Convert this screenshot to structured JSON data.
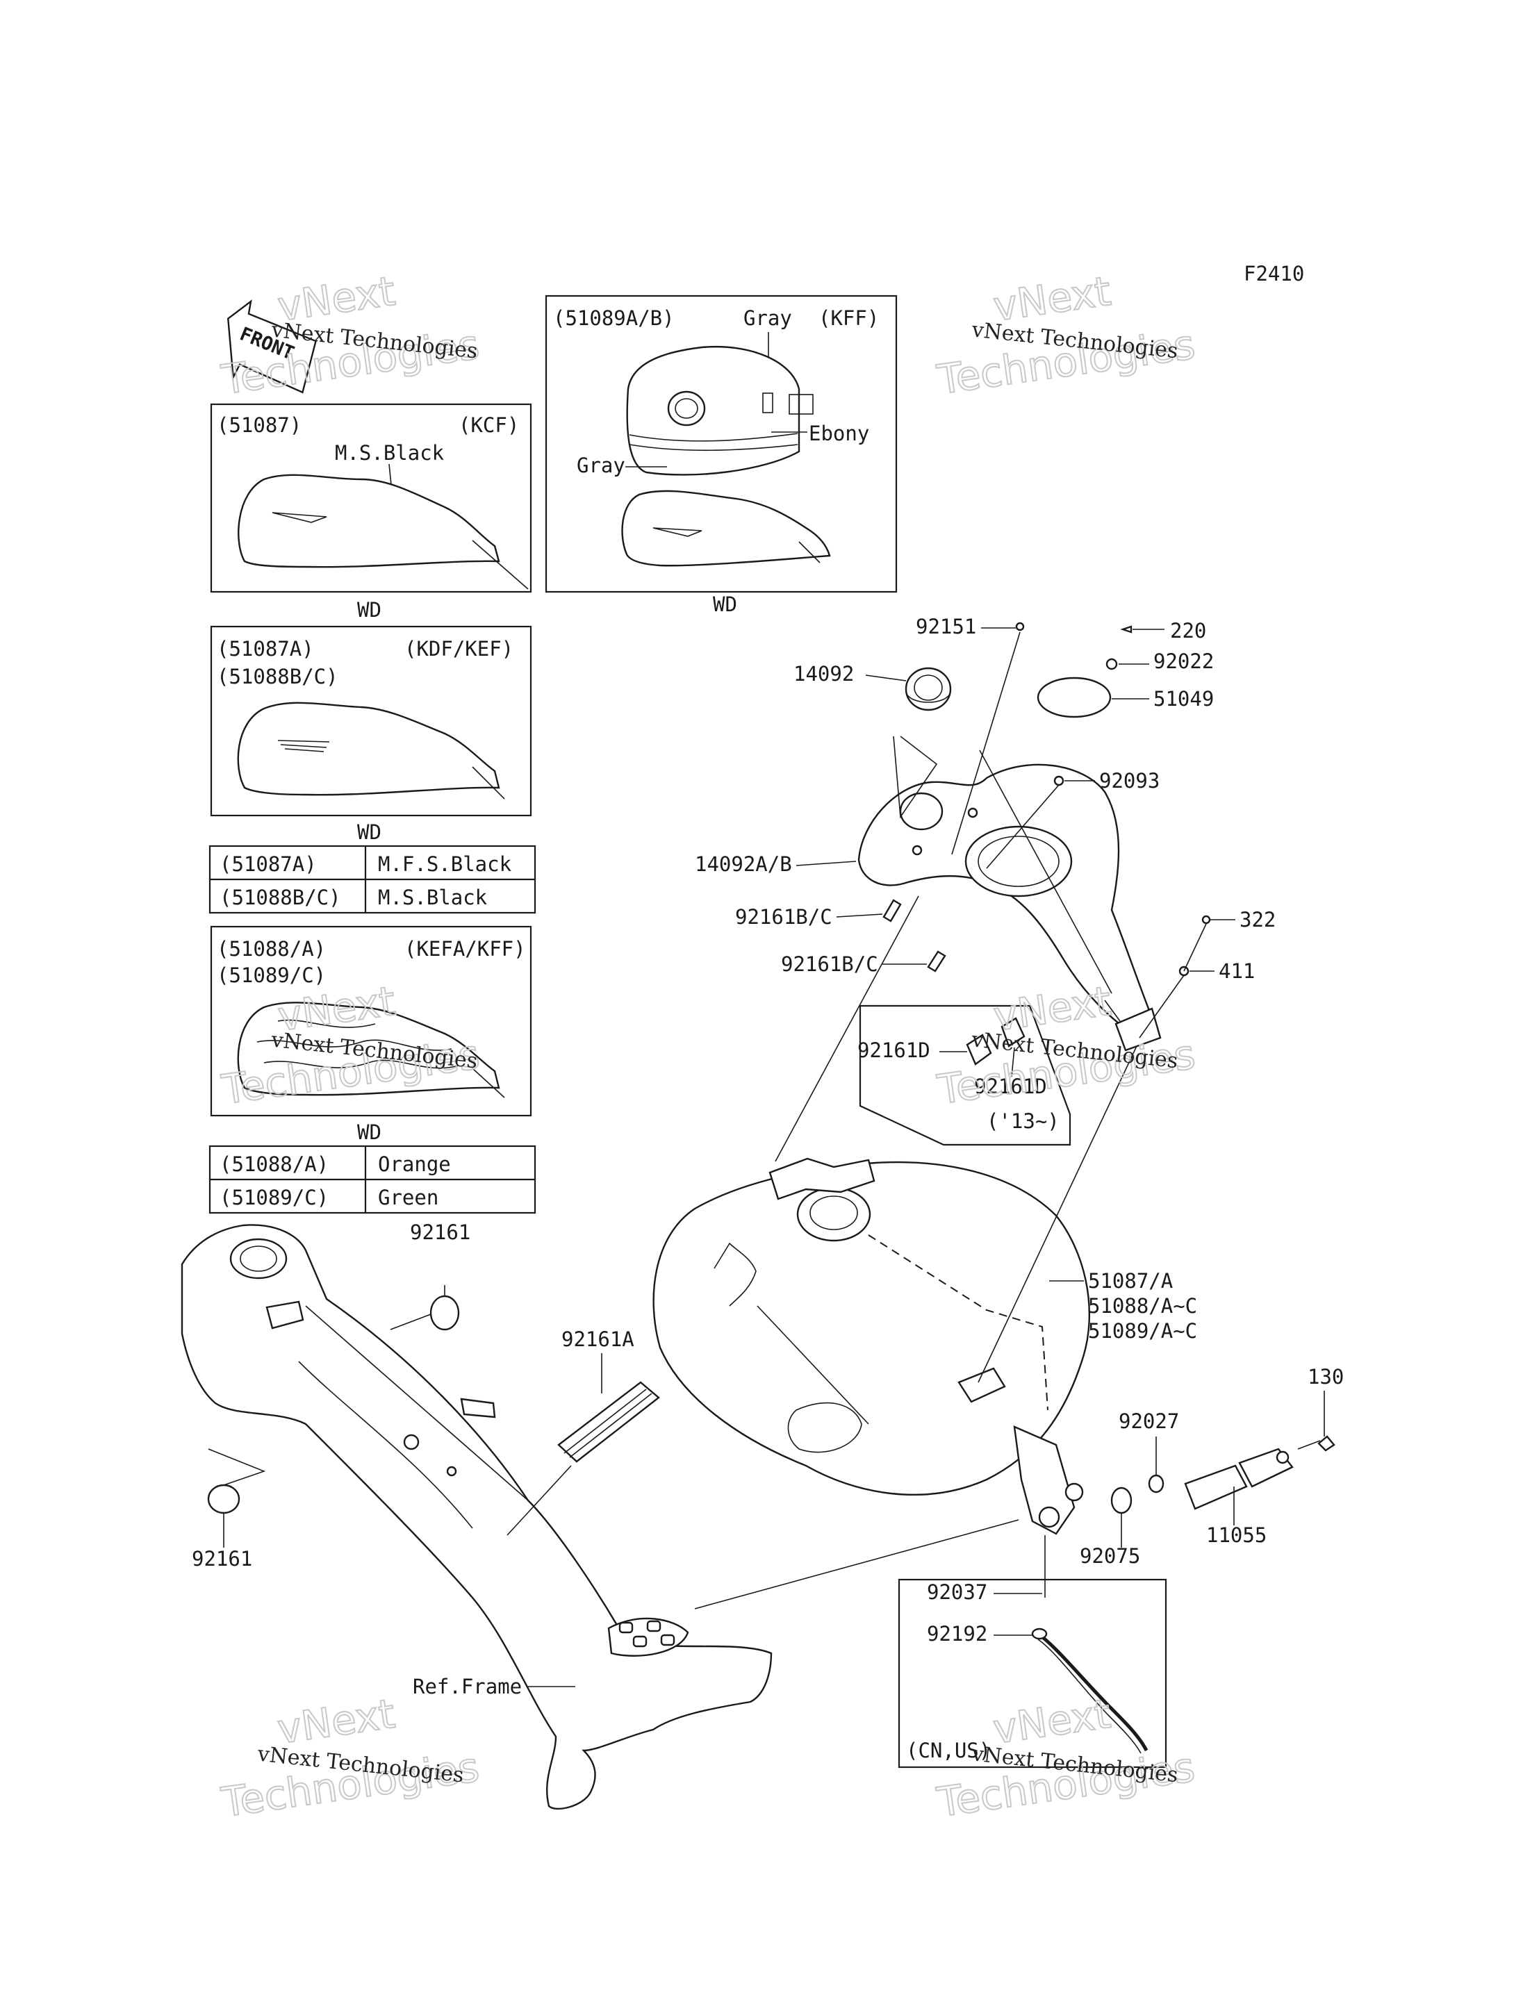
{
  "diagram_code": "F2410",
  "front_arrow": "FRONT",
  "watermark": {
    "line1": "vNext Technologies",
    "line2": "Technologies",
    "line3": "vNext"
  },
  "variant_boxes": [
    {
      "part": "(51087)",
      "model": "(KCF)",
      "color": "M.S.Black",
      "note": "WD"
    },
    {
      "part": "(51089A/B)",
      "model": "(KFF)",
      "color_top": "Gray",
      "color_mid": "Ebony",
      "color_bottom": "Gray",
      "note": "WD"
    },
    {
      "part1": "(51087A)",
      "part2": "(51088B/C)",
      "model": "(KDF/KEF)",
      "note": "WD"
    },
    {
      "part1": "(51088/A)",
      "part2": "(51089/C)",
      "model": "(KEFA/KFF)",
      "note": "WD"
    }
  ],
  "color_table_1": [
    {
      "part": "(51087A)",
      "color": "M.F.S.Black"
    },
    {
      "part": "(51088B/C)",
      "color": "M.S.Black"
    }
  ],
  "color_table_2": [
    {
      "part": "(51088/A)",
      "color": "Orange"
    },
    {
      "part": "(51089/C)",
      "color": "Green"
    }
  ],
  "callouts": {
    "p92151": "92151",
    "p220": "220",
    "p92022": "92022",
    "p14092": "14092",
    "p51049": "51049",
    "p92093": "92093",
    "p14092ab": "14092A/B",
    "p92161bc_1": "92161B/C",
    "p92161bc_2": "92161B/C",
    "p322": "322",
    "p411": "411",
    "p92161d_1": "92161D",
    "p92161d_2": "92161D",
    "p13": "('13~)",
    "p92161_top": "92161",
    "p92161a": "92161A",
    "p51087a": "51087/A",
    "p51088ac": "51088/A~C",
    "p51089ac": "51089/A~C",
    "p130": "130",
    "p92027": "92027",
    "p92075": "92075",
    "p11055": "11055",
    "p92161_bottom": "92161",
    "p92037": "92037",
    "p92192": "92192",
    "pcnus": "(CN,US)",
    "pframe": "Ref.Frame"
  }
}
